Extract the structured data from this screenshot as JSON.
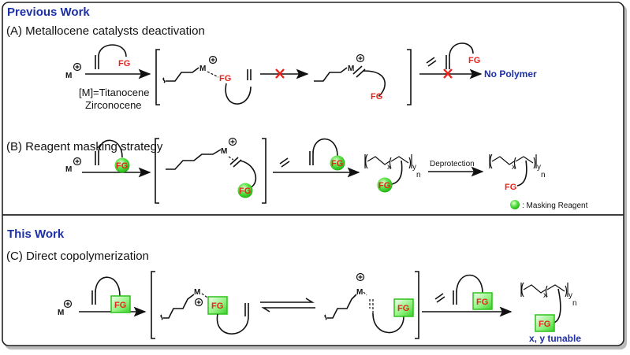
{
  "previous_work": {
    "heading": "Previous Work",
    "section_a": {
      "title": "(A) Metallocene catalysts deactivation",
      "metal": "M",
      "fg": "FG",
      "catalyst_label_1": "[M]=Titanocene",
      "catalyst_label_2": "Zirconocene",
      "outcome": "No Polymer"
    },
    "section_b": {
      "title": "(B) Reagent masking strategy",
      "metal": "M",
      "fg": "FG",
      "deprotection": "Deprotection",
      "sub_x": "x",
      "sub_y": "y",
      "sub_n": "n",
      "legend": ": Masking Reagent"
    }
  },
  "this_work": {
    "heading": "This Work",
    "section_c": {
      "title": "(C) Direct copolymerization",
      "metal": "M",
      "fg": "FG",
      "sub_x": "x",
      "sub_y": "y",
      "sub_n": "n",
      "result": "x, y tunable"
    }
  },
  "colors": {
    "heading": "#1c2fa6",
    "fg_text": "#e8231b",
    "masking_green": "#3ddc2a",
    "blocked_x": "#e8231b"
  }
}
